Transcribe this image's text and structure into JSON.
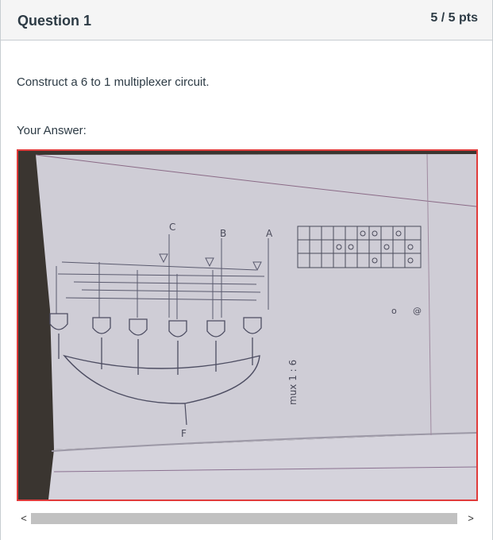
{
  "question": {
    "title": "Question 1",
    "points": "5 / 5 pts",
    "prompt": "Construct a 6 to 1 multiplexer circuit."
  },
  "answer": {
    "label": "Your Answer:",
    "image_icon": "photo-of-hand-drawn-circuit",
    "handwriting": {
      "mux_note": "mux 1 : 6",
      "output": "F",
      "select_inputs": [
        "C",
        "B",
        "A"
      ]
    }
  },
  "scrollbar": {
    "left_arrow": "<",
    "right_arrow": ">"
  },
  "colors": {
    "frame_border": "#e03b3b",
    "header_bg": "#f5f5f5",
    "text": "#2d3b45"
  }
}
